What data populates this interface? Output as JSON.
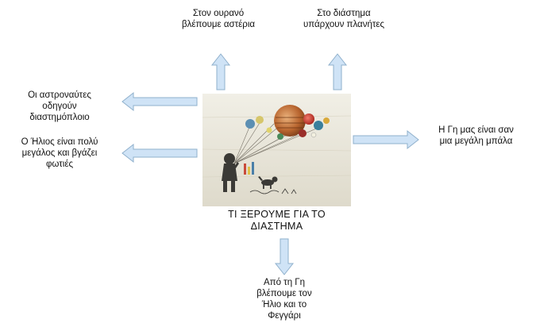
{
  "center": {
    "caption": "ΤΙ  ΞΕΡΟΥΜΕ ΓΙΑ ΤΟ\nΔΙΑΣΤΗΜΑ"
  },
  "nodes": {
    "top_left": "Στον ουρανό\nβλέπουμε αστέρια",
    "top_right": "Στο διάστημα\nυπάρχουν πλανήτες",
    "left_upper": "Οι αστροναύτες\nοδηγούν\nδιαστημόπλοιο",
    "left_lower": "Ο Ήλιος είναι πολύ\nμεγάλος και βγάζει\nφωτιές",
    "right": "Η Γη μας είναι σαν\nμια μεγάλη μπάλα",
    "bottom": "Από τη Γη\nβλέπουμε τον\nΉλιο και το\nΦεγγάρι"
  },
  "colors": {
    "arrow_fill": "#cfe3f6",
    "arrow_stroke": "#8fb0cc",
    "illustration_bg": "#ece9dc"
  },
  "icons": {
    "center_image": "boy-holding-planet-balloons-illustration"
  }
}
